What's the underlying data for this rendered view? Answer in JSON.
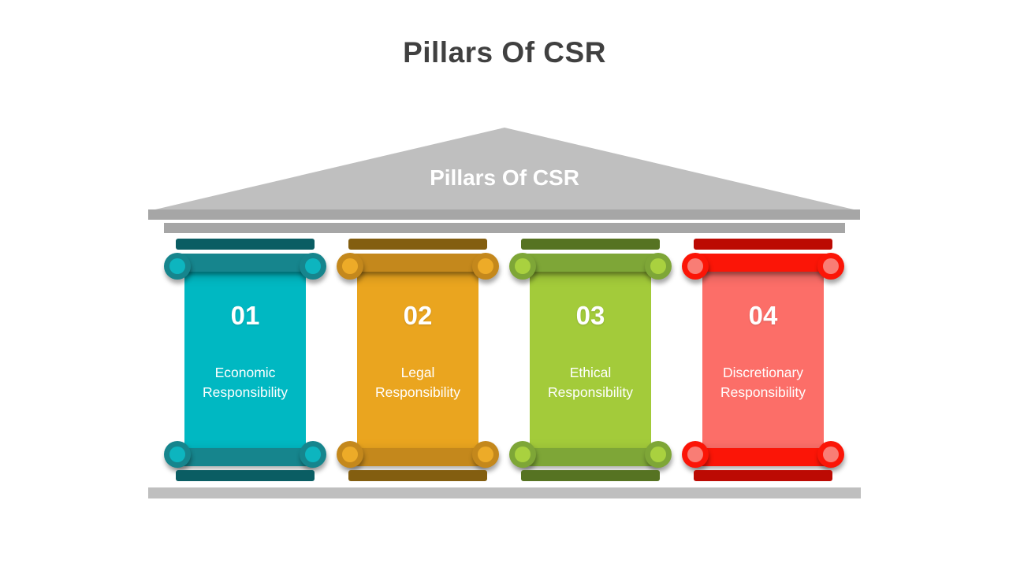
{
  "page_title": "Pillars Of CSR",
  "title_color": "#404040",
  "roof": {
    "label": "Pillars Of CSR",
    "color": "#bfbfbf",
    "text_color": "#ffffff"
  },
  "structure": {
    "entablature_color": "#a6a6a6",
    "foundation_color": "#bfbfbf"
  },
  "pillars": [
    {
      "number": "01",
      "label": "Economic Responsibility",
      "colors": {
        "body": "#00b8c2",
        "capsule": "#16858d",
        "knob": "#0db5bf",
        "dark": "#0a5d63"
      }
    },
    {
      "number": "02",
      "label": "Legal Responsibility",
      "colors": {
        "body": "#eaa51f",
        "capsule": "#c4881c",
        "knob": "#edab28",
        "dark": "#835e10"
      }
    },
    {
      "number": "03",
      "label": "Ethical Responsibility",
      "colors": {
        "body": "#a3cb3a",
        "capsule": "#7ea637",
        "knob": "#a9d13f",
        "dark": "#567322"
      }
    },
    {
      "number": "04",
      "label": "Discretionary Responsibility",
      "colors": {
        "body": "#fc6e68",
        "capsule": "#fb1507",
        "knob": "#f97d75",
        "dark": "#bc0a03"
      }
    }
  ]
}
